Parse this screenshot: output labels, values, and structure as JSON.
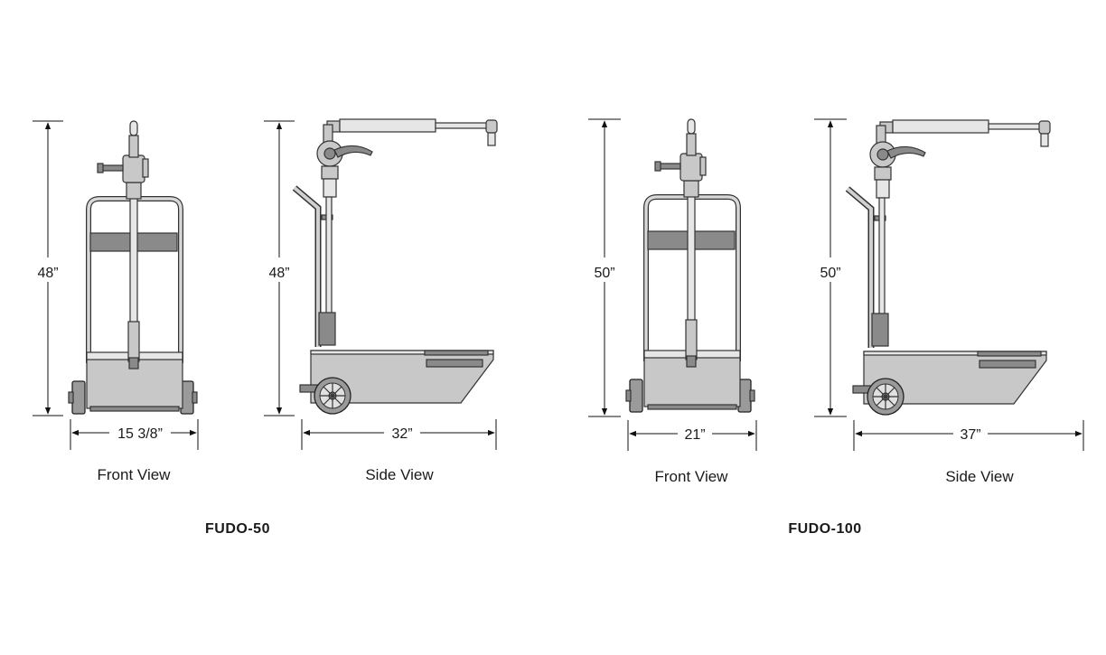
{
  "models": [
    {
      "name": "FUDO-50",
      "front": {
        "height": "48”",
        "width": "15 3/8”",
        "label": "Front View"
      },
      "side": {
        "height": "48”",
        "width": "32”",
        "label": "Side View"
      }
    },
    {
      "name": "FUDO-100",
      "front": {
        "height": "50”",
        "width": "21”",
        "label": "Front View"
      },
      "side": {
        "height": "50”",
        "width": "37”",
        "label": "Side View"
      }
    }
  ],
  "colors": {
    "body": "#c8c8c8",
    "band": "#8a8a8a",
    "light": "#e6e6e6",
    "line": "#111111"
  }
}
